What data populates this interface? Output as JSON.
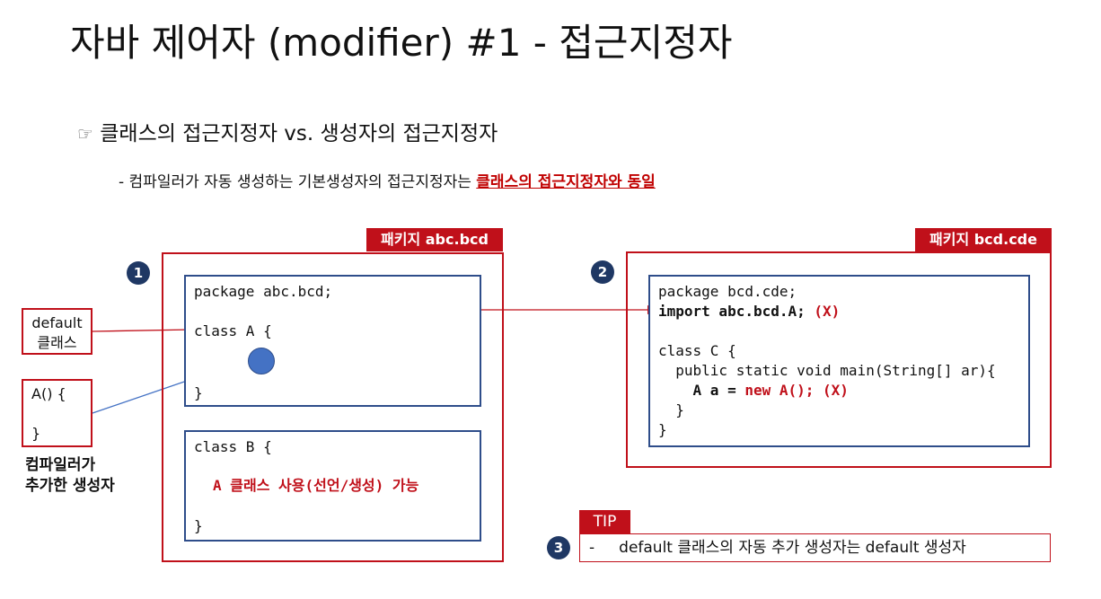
{
  "title": "자바 제어자 (modifier) #1 - 접근지정자",
  "bullet_icon": "☞",
  "bullet_text": "클래스의 접근지정자 vs. 생성자의 접근지정자",
  "subline_prefix": "- 컴파일러가 자동 생성하는 기본생성자의 접근지정자는 ",
  "subline_highlight": "클래스의 접근지정자와 동일",
  "package1": {
    "badge": "1",
    "label": "패키지 abc.bcd",
    "classA_line1": "package abc.bcd;",
    "classA_line2": "class A {",
    "classA_line3": "}",
    "classB_line1": "class B {",
    "classB_line2": "A 클래스 사용(선언/생성) 가능",
    "classB_line3": "}"
  },
  "package2": {
    "badge": "2",
    "label": "패키지 bcd.cde",
    "line1": "package bcd.cde;",
    "line2_code": "import abc.bcd.A;",
    "line2_mark": "(X)",
    "line4": "class C {",
    "line5": "  public static void main(String[] ar){",
    "line6_code": "    A a = ",
    "line6_new": "new A();",
    "line6_mark": "(X)",
    "line7": "  }",
    "line8": "}"
  },
  "default_box": {
    "line1": "default",
    "line2": "클래스"
  },
  "ctor_box": {
    "line1": "A() {",
    "line2": "}"
  },
  "ctor_caption": {
    "line1": "컴파일러가",
    "line2": "추가한 생성자"
  },
  "tip": {
    "badge": "3",
    "label": "TIP",
    "text": "-     default 클래스의 자동 추가 생성자는 default 생성자"
  },
  "colors": {
    "accent_red": "#c0101a",
    "box_blue": "#2e4d8a",
    "badge_navy": "#1f3864",
    "circle_blue": "#4472c4"
  }
}
